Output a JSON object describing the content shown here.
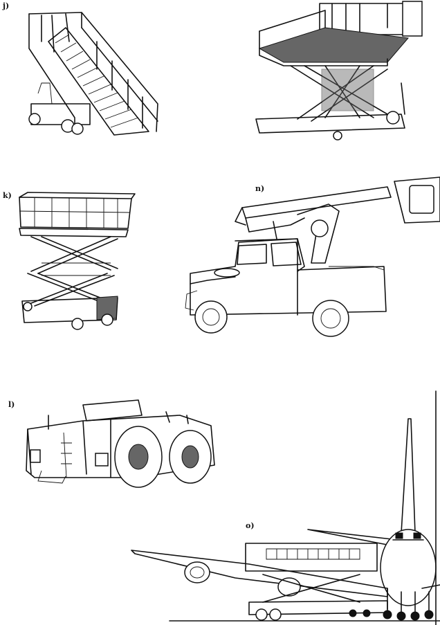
{
  "labels": {
    "j": "j)",
    "k": "k)",
    "l": "l)",
    "n": "n)",
    "o": "o)"
  },
  "illustrations": [
    {
      "id": "j",
      "icon": "passenger-stairs-icon"
    },
    {
      "id": "j2",
      "icon": "scissor-lift-platform-icon"
    },
    {
      "id": "k",
      "icon": "scissor-lift-cart-icon"
    },
    {
      "id": "n",
      "icon": "pickup-boom-truck-icon"
    },
    {
      "id": "l",
      "icon": "aircraft-tug-icon"
    },
    {
      "id": "o",
      "icon": "aircraft-catering-truck-icon"
    }
  ],
  "colors": {
    "ink": "#111111",
    "paper": "#ffffff"
  }
}
